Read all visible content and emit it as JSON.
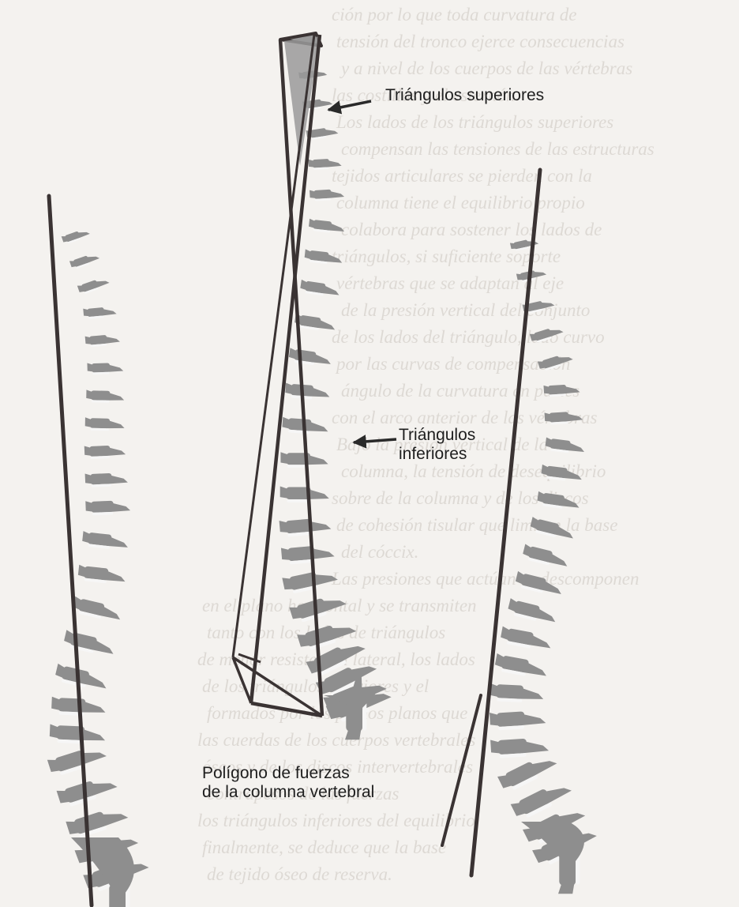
{
  "labels": {
    "upper": "Triángulos superiores",
    "lower_line1": "Triángulos",
    "lower_line2": "inferiores",
    "polygon_line1": "Polígono de fuerzas",
    "polygon_line2": "de la columna vertebral"
  },
  "colors": {
    "vertebra": "#8e8e8e",
    "disc": "#f6f6f6",
    "line": "#3a3333",
    "arrow": "#2a2a2a",
    "background": "#f4f2ef",
    "bleed_text": "#ddd9d4"
  },
  "bleed_text": [
    "ción por lo que toda curvatura de",
    "tensión del tronco ejerce consecuencias",
    "y a nivel de los cuerpos de las vértebras",
    "las costillas y el esternón.",
    "Los lados de los triángulos superiores",
    "compensan las tensiones de las estructuras",
    "tejidos articulares se pierden con la",
    "columna tiene el equilibrio propio",
    "colabora para sostener los lados de",
    "triángulos, si suficiente soporte",
    "vértebras que se adaptan al eje",
    "de la presión vertical del conjunto",
    "de los lados del triángulo, lado curvo",
    "por las curvas de compensación",
    "ángulo de la curvatura en partes",
    "con el arco anterior de las vértebras",
    "Bajo la presión vertical de la",
    "columna, la tensión de desequilibrio",
    "sobre de la columna y de los discos",
    "de cohesión tisular que limitan la base",
    "del cóccix.",
    "Las presiones que actúan se descomponen",
    "en el plano horizontal y se transmiten",
    "tanto con los lados de triángulos",
    "de menor resistencia lateral, los lados",
    "de los triángulos inferiores y el",
    "formados por los planos planos que",
    "las cuerdas de los cuerpos vertebrales",
    "óseos y de los discos intervertebrales",
    "contrapesos de las fuerzas",
    "los triángulos inferiores del equilibrio",
    "finalmente, se deduce que la base",
    "de tejido óseo de reserva."
  ]
}
